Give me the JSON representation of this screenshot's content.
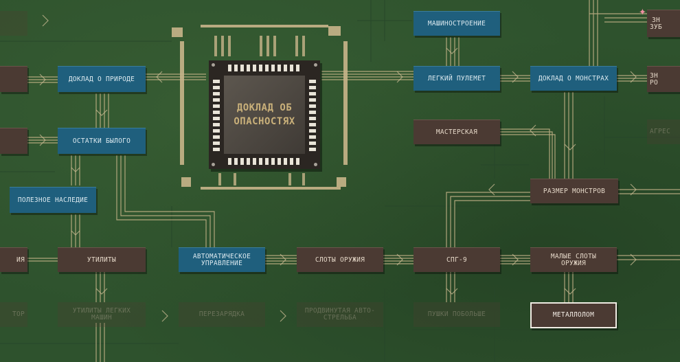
{
  "chip": {
    "title": "ДОКЛАД ОБ\nОПАСНОСТЯХ"
  },
  "nodes": [
    {
      "id": "mechanical-engineering",
      "label": "МАШИНОСТРОЕНИЕ",
      "style": "blue"
    },
    {
      "id": "light-machine-gun",
      "label": "ЛЕГКИЙ ПУЛЕМЕТ",
      "style": "blue"
    },
    {
      "id": "monster-report",
      "label": "ДОКЛАД О МОНСТРАХ",
      "style": "blue"
    },
    {
      "id": "nature-report",
      "label": "ДОКЛАД О ПРИРОДЕ",
      "style": "blue"
    },
    {
      "id": "remnants-of-past",
      "label": "ОСТАТКИ БЫЛОГО",
      "style": "blue"
    },
    {
      "id": "useful-legacy",
      "label": "ПОЛЕЗНОЕ НАСЛЕДИЕ",
      "style": "blue"
    },
    {
      "id": "automatic-control",
      "label": "АВТОМАТИЧЕСКОЕ\nУПРАВЛЕНИЕ",
      "style": "blue"
    },
    {
      "id": "workshop",
      "label": "МАСТЕРСКАЯ",
      "style": "brown"
    },
    {
      "id": "monster-size",
      "label": "РАЗМЕР МОНСТРОВ",
      "style": "brown"
    },
    {
      "id": "utilities",
      "label": "УТИЛИТЫ",
      "style": "brown"
    },
    {
      "id": "weapon-slots",
      "label": "СЛОТЫ ОРУЖИЯ",
      "style": "brown"
    },
    {
      "id": "spg-9",
      "label": "СПГ-9",
      "style": "brown"
    },
    {
      "id": "small-weapon-slots",
      "label": "МАЛЫЕ СЛОТЫ\nОРУЖИЯ",
      "style": "brown"
    },
    {
      "id": "scrap-metal",
      "label": "МЕТАЛЛОЛОМ",
      "style": "selected"
    },
    {
      "id": "light-vehicle-utilities",
      "label": "УТИЛИТЫ ЛЕГКИХ\nМАШИН",
      "style": "dim"
    },
    {
      "id": "reload",
      "label": "ПЕРЕЗАРЯДКА",
      "style": "dim"
    },
    {
      "id": "advanced-autofire",
      "label": "ПРОДВИНУТАЯ АВТО-\nСТРЕЛЬБА",
      "style": "dim"
    },
    {
      "id": "bigger-guns",
      "label": "ПУШКИ ПОБОЛЬШЕ",
      "style": "dim"
    },
    {
      "id": "left-row5",
      "label": "ИЯ",
      "style": "brown"
    },
    {
      "id": "left-row6",
      "label": "ТОР",
      "style": "dim"
    },
    {
      "id": "right-teeth",
      "label": "ЗН\nЗУБ",
      "style": "brown"
    },
    {
      "id": "right-ro",
      "label": "ЗН\nРО",
      "style": "brown"
    },
    {
      "id": "right-agres",
      "label": "АГРЕС",
      "style": "dim"
    }
  ],
  "colors": {
    "board": "#2e522d",
    "trace": "#c8b58a",
    "node_blue": "#1f5f7d",
    "node_brown": "#4b3a33"
  }
}
